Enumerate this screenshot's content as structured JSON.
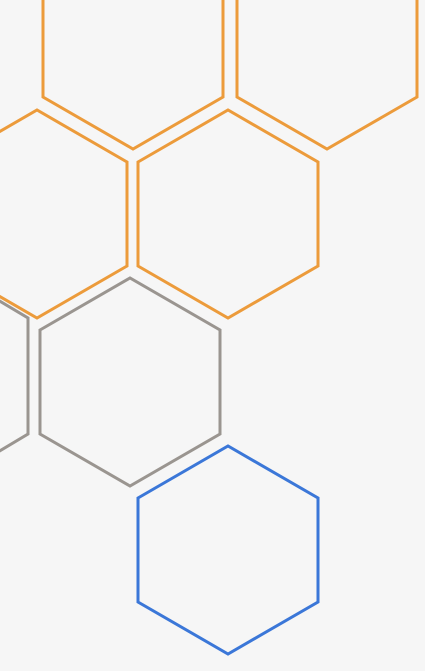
{
  "background": "#f6f6f6",
  "colors": {
    "orange": "#ec9b3b",
    "gray": "#9a9590",
    "blue": "#3b77d8"
  },
  "tiles": [
    {
      "id": "hex-top-left",
      "color": "orange"
    },
    {
      "id": "hex-top-right",
      "color": "orange"
    },
    {
      "id": "hex-middle-left",
      "color": "orange"
    },
    {
      "id": "hex-middle-right",
      "color": "orange"
    },
    {
      "id": "hex-lower-left-edge",
      "color": "gray"
    },
    {
      "id": "hex-lower-center",
      "color": "gray"
    },
    {
      "id": "hex-bottom",
      "color": "blue"
    }
  ]
}
